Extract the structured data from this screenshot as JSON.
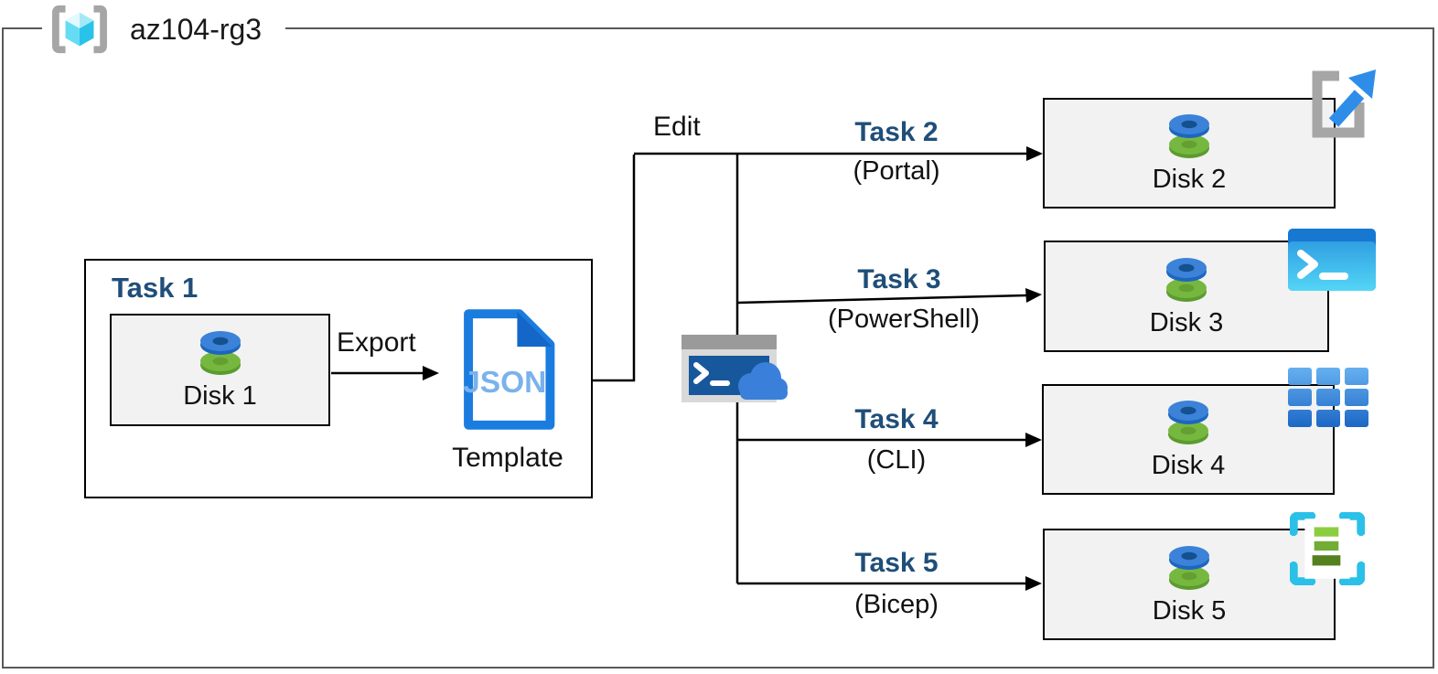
{
  "resource_group": {
    "name": "az104-rg3"
  },
  "task1": {
    "title": "Task 1",
    "disk": "Disk 1",
    "export_label": "Export",
    "template_doc_text": "JSON",
    "template_label": "Template"
  },
  "edit_label": "Edit",
  "branches": [
    {
      "task": "Task 2",
      "method": "(Portal)",
      "disk": "Disk 2"
    },
    {
      "task": "Task 3",
      "method": "(PowerShell)",
      "disk": "Disk 3"
    },
    {
      "task": "Task 4",
      "method": "(CLI)",
      "disk": "Disk 4"
    },
    {
      "task": "Task 5",
      "method": "(Bicep)",
      "disk": "Disk 5"
    }
  ],
  "icons": {
    "header": "resource-group-icon",
    "middle": "cloud-shell-icon",
    "branch_icons": [
      "portal-icon",
      "powershell-icon",
      "cli-icon",
      "bicep-icon"
    ]
  },
  "colors": {
    "task_label": "#1f4e79",
    "outer_border": "#595959",
    "box_fill": "#f2f2f2",
    "connector": "#000000",
    "json_icon_blue": "#1b7ce0",
    "json_text_blue": "#7ab2ec",
    "disk_blue": "#3b82d8",
    "disk_green": "#76b83f"
  }
}
